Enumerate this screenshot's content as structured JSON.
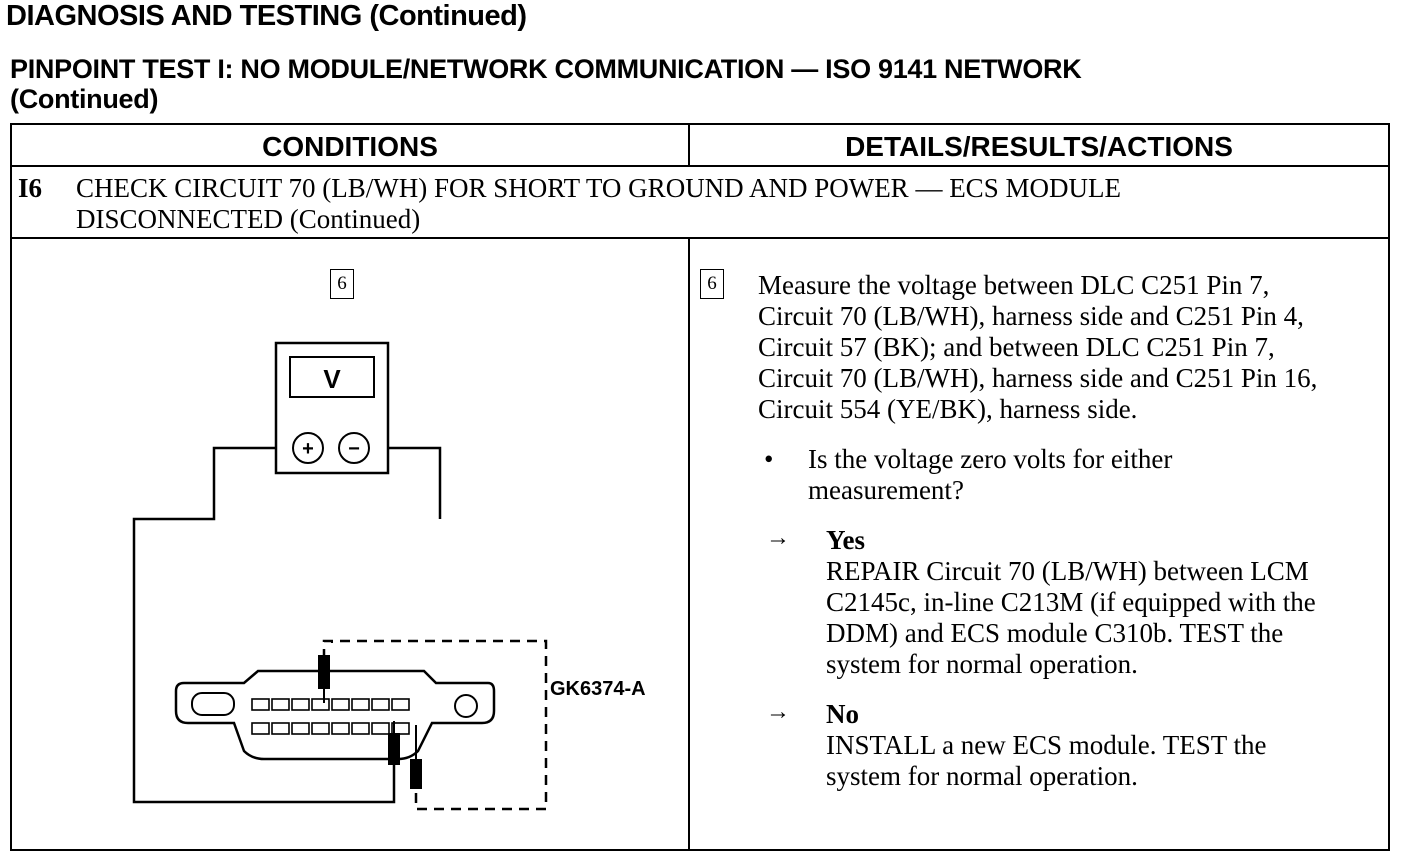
{
  "header": {
    "page_title": "DIAGNOSIS AND TESTING (Continued)",
    "test_title_line1": "PINPOINT TEST I:  NO MODULE/NETWORK COMMUNICATION — ISO 9141 NETWORK",
    "test_title_line2": "(Continued)"
  },
  "table": {
    "col_conditions": "CONDITIONS",
    "col_details": "DETAILS/RESULTS/ACTIONS",
    "step_id": "I6",
    "step_line1": "CHECK CIRCUIT 70 (LB/WH) FOR SHORT TO GROUND AND POWER — ECS MODULE",
    "step_line2": "DISCONNECTED (Continued)"
  },
  "diagram": {
    "substep": "6",
    "meter_label": "V",
    "plus": "+",
    "minus": "−",
    "figure_id": "GK6374-A"
  },
  "details": {
    "substep": "6",
    "measure_lines": [
      "Measure the voltage between DLC C251 Pin 7,",
      "Circuit 70 (LB/WH), harness side and C251 Pin 4,",
      "Circuit 57 (BK); and between DLC C251 Pin 7,",
      "Circuit 70 (LB/WH), harness side and C251 Pin 16,",
      "Circuit 554 (YE/BK), harness side."
    ],
    "bullet": "•",
    "question_lines": [
      "Is the voltage zero volts for either",
      "measurement?"
    ],
    "arrow": "→",
    "yes_label": "Yes",
    "yes_lines": [
      "REPAIR Circuit 70 (LB/WH) between LCM",
      "C2145c, in-line C213M (if equipped with the",
      "DDM) and ECS module C310b. TEST the",
      "system for normal operation."
    ],
    "no_label": "No",
    "no_lines": [
      "INSTALL a new ECS module. TEST the",
      "system for normal operation."
    ]
  }
}
